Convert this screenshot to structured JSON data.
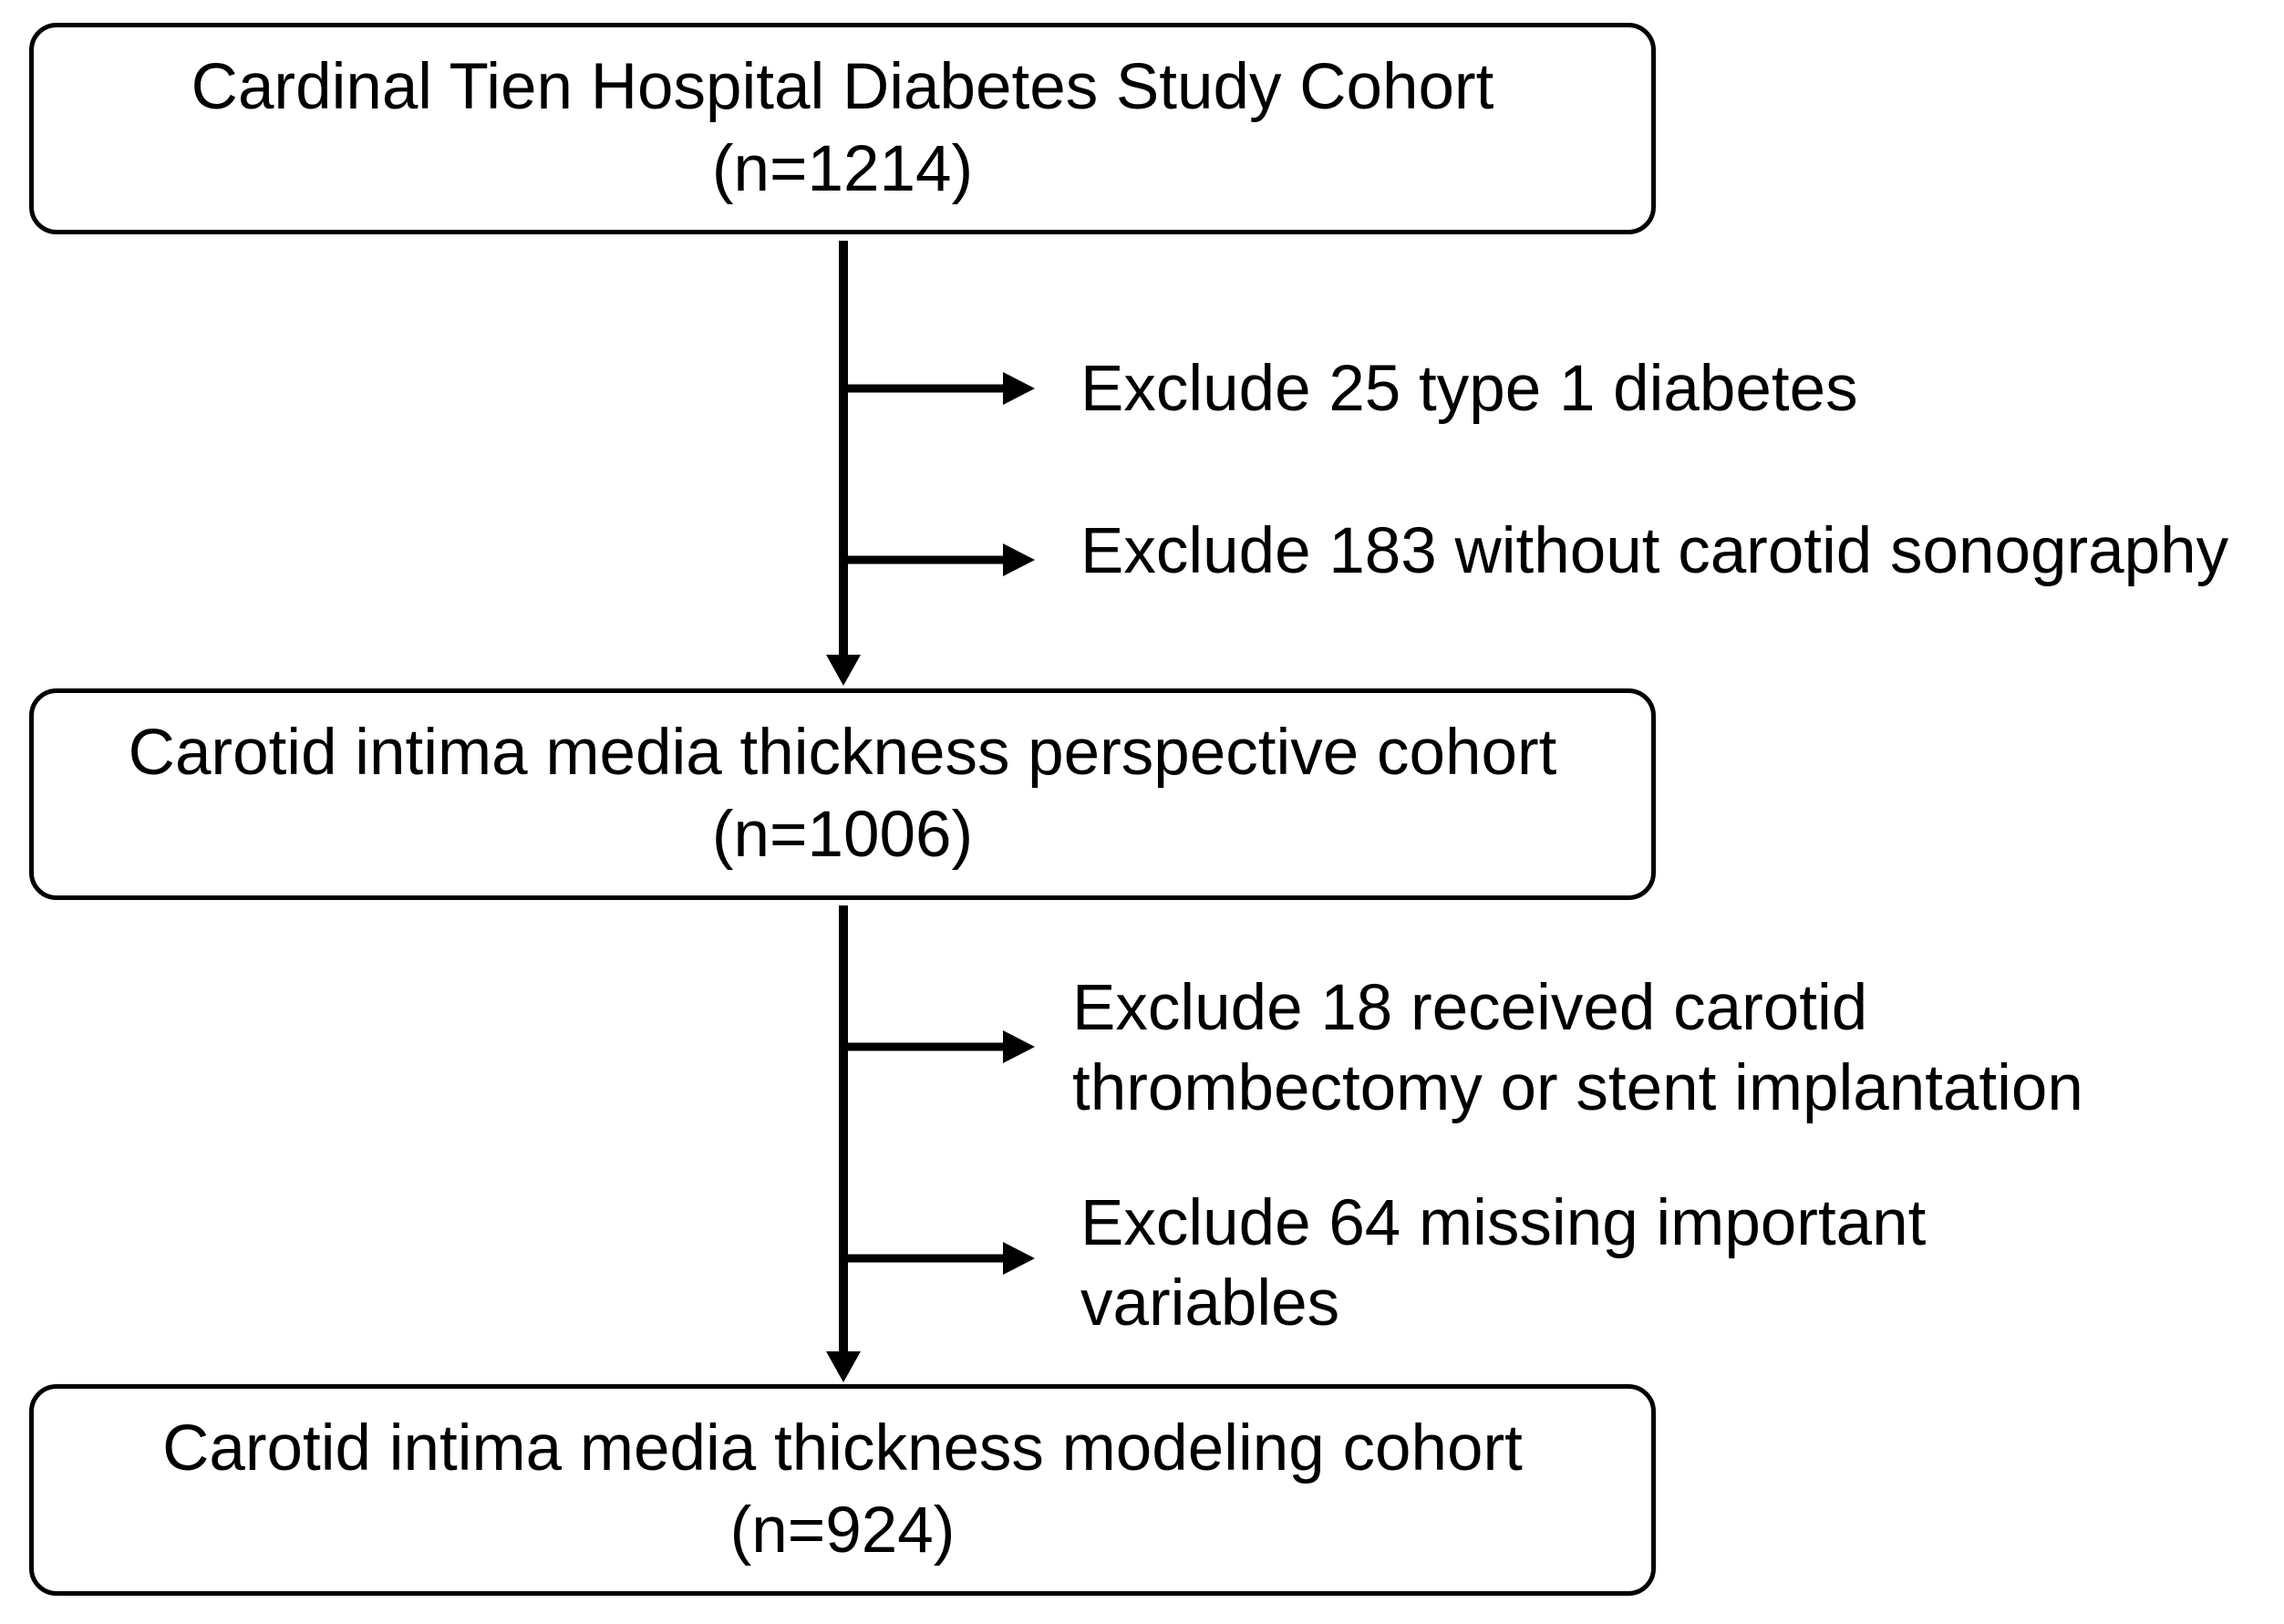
{
  "flowchart": {
    "boxes": [
      {
        "title": "Cardinal Tien Hospital Diabetes Study Cohort",
        "count": "(n=1214)"
      },
      {
        "title": "Carotid intima media thickness perspective cohort",
        "count": "(n=1006)"
      },
      {
        "title": "Carotid intima media thickness modeling cohort",
        "count": "(n=924)"
      }
    ],
    "exclusions": [
      {
        "lines": [
          "Exclude 25 type 1 diabetes"
        ]
      },
      {
        "lines": [
          "Exclude 183 without carotid sonography"
        ]
      },
      {
        "lines": [
          "Exclude 18 received carotid",
          "thrombectomy or stent implantation"
        ]
      },
      {
        "lines": [
          "Exclude 64 missing important",
          "variables"
        ]
      }
    ]
  }
}
